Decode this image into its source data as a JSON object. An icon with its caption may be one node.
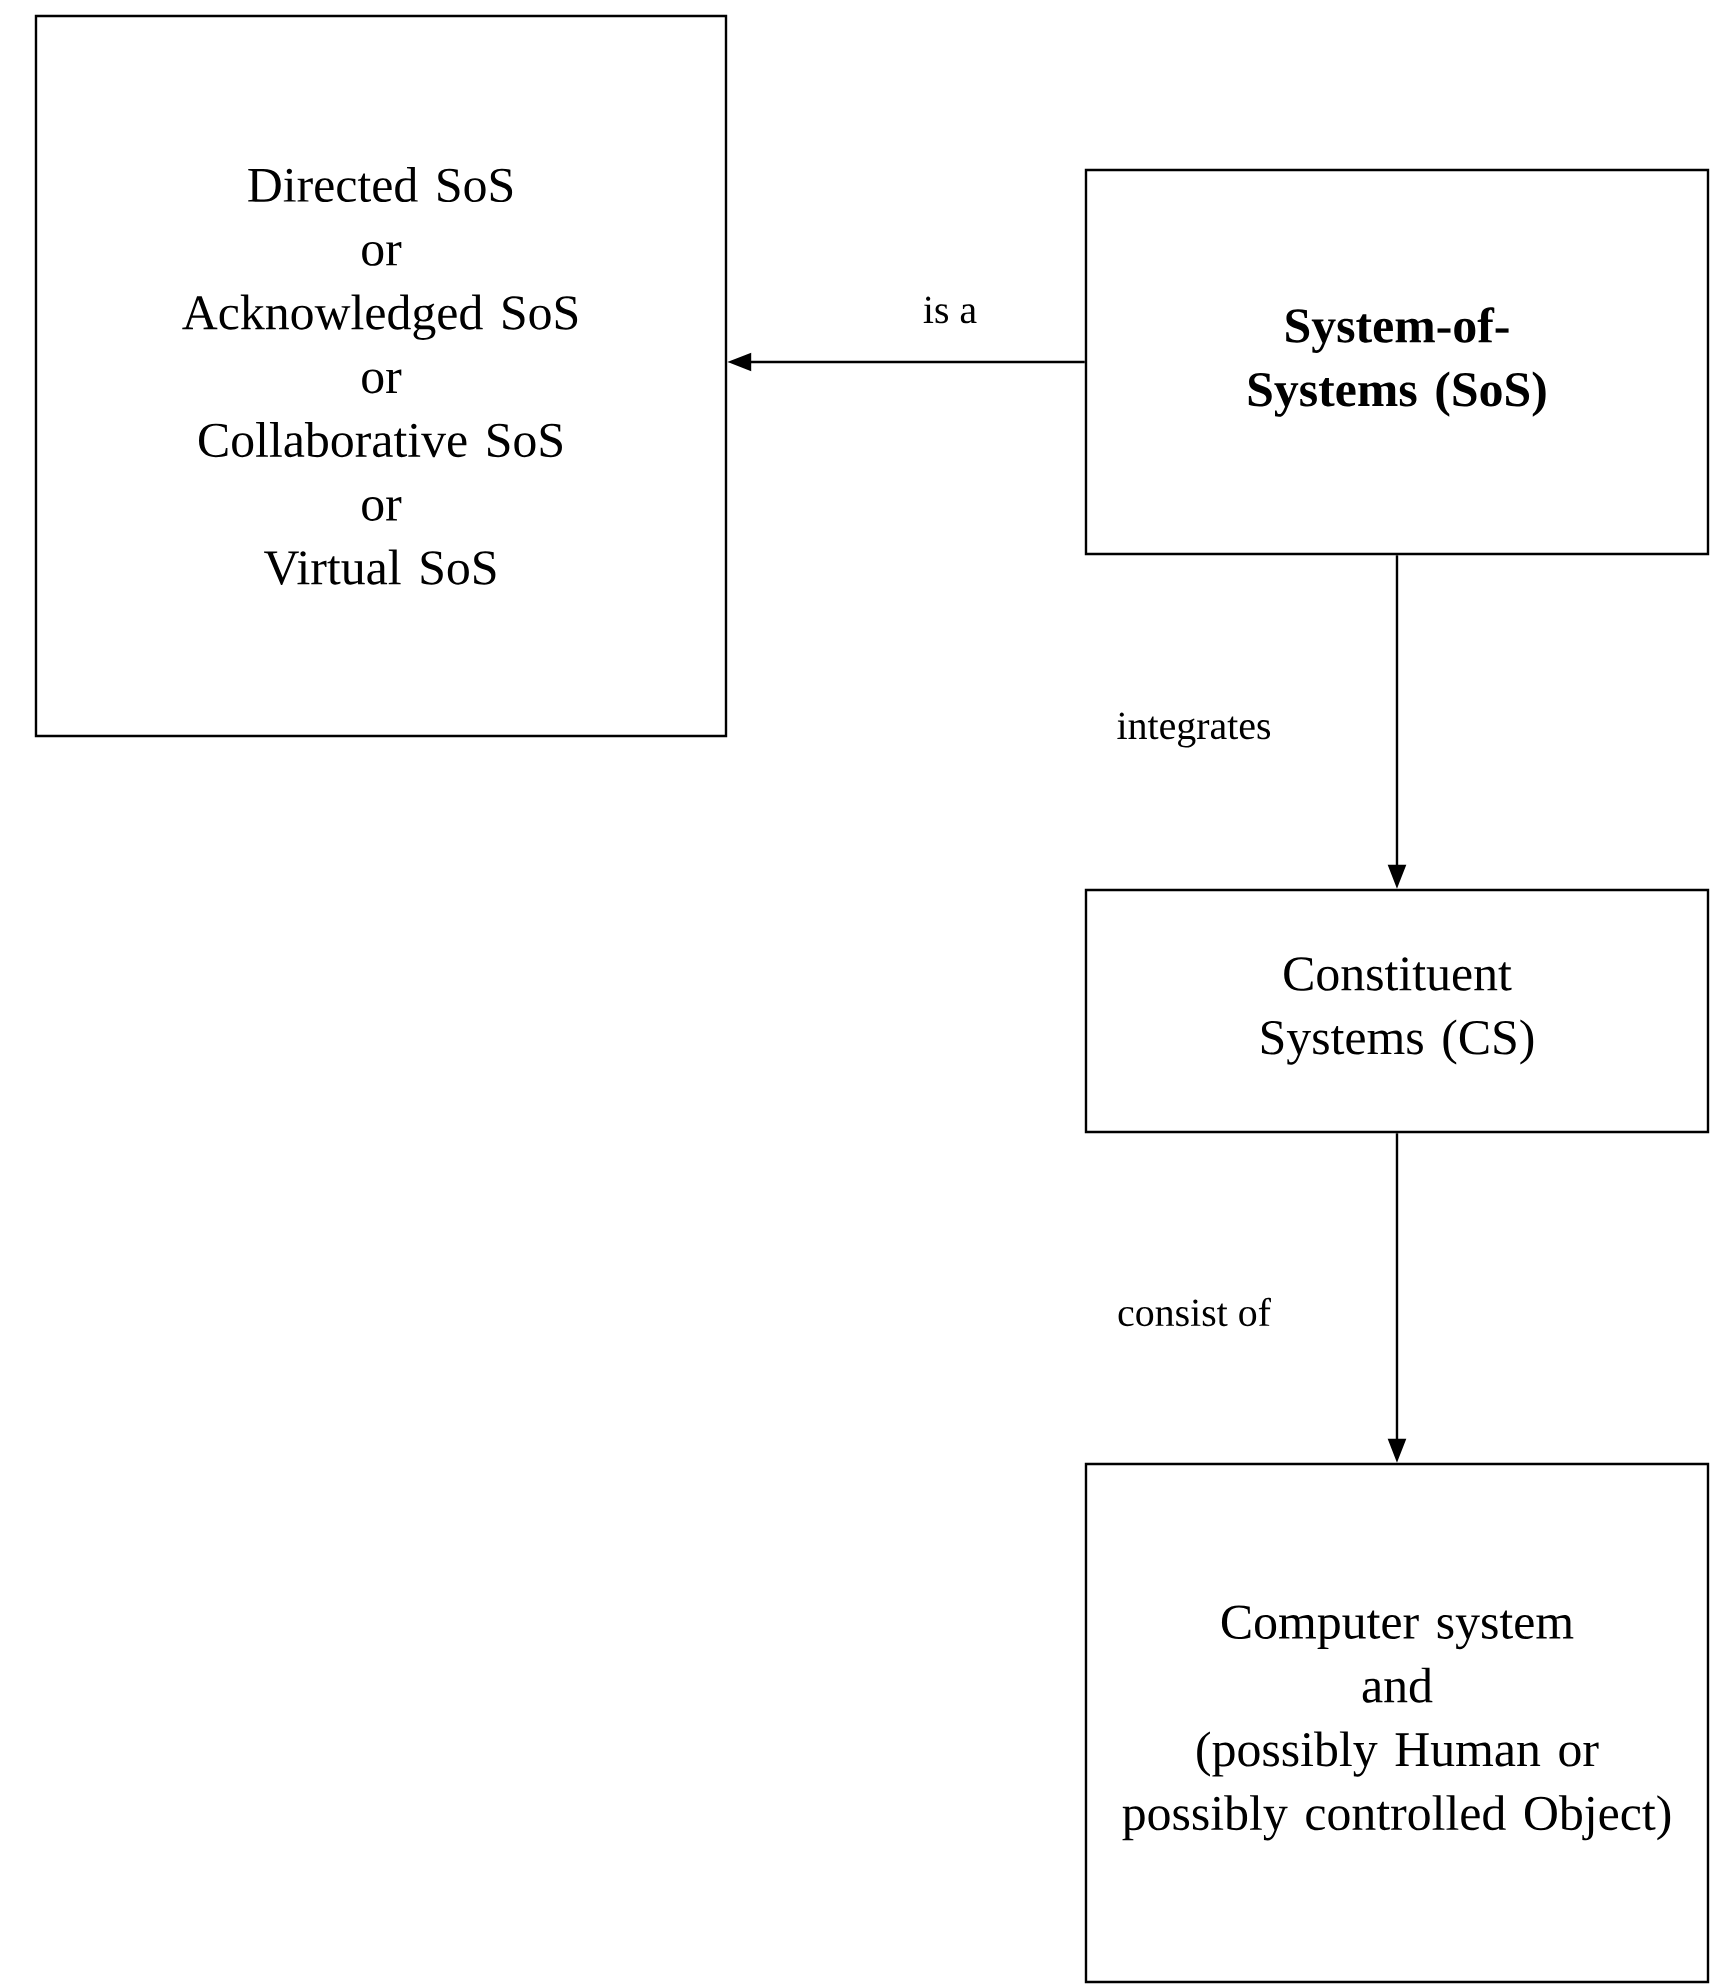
{
  "diagram": {
    "nodes": [
      {
        "text": [
          "Directed SoS",
          "or",
          "Acknowledged SoS",
          "or",
          "Collaborative SoS",
          "or",
          "Virtual SoS"
        ]
      },
      {
        "text": [
          "System-of- Systems (SoS)"
        ]
      },
      {
        "text": [
          "Constituent Systems (CS)"
        ]
      },
      {
        "text": [
          "Computer system",
          "and",
          "(possibly Human or possibly controlled Object)"
        ]
      }
    ],
    "edges": [
      {
        "from": 1,
        "to": 0,
        "arrow": "to",
        "label": "is a"
      },
      {
        "from": 1,
        "to": 2,
        "arrow": "to",
        "label": "integrates"
      },
      {
        "from": 2,
        "to": 3,
        "arrow": "to",
        "label": "consist of"
      }
    ]
  }
}
